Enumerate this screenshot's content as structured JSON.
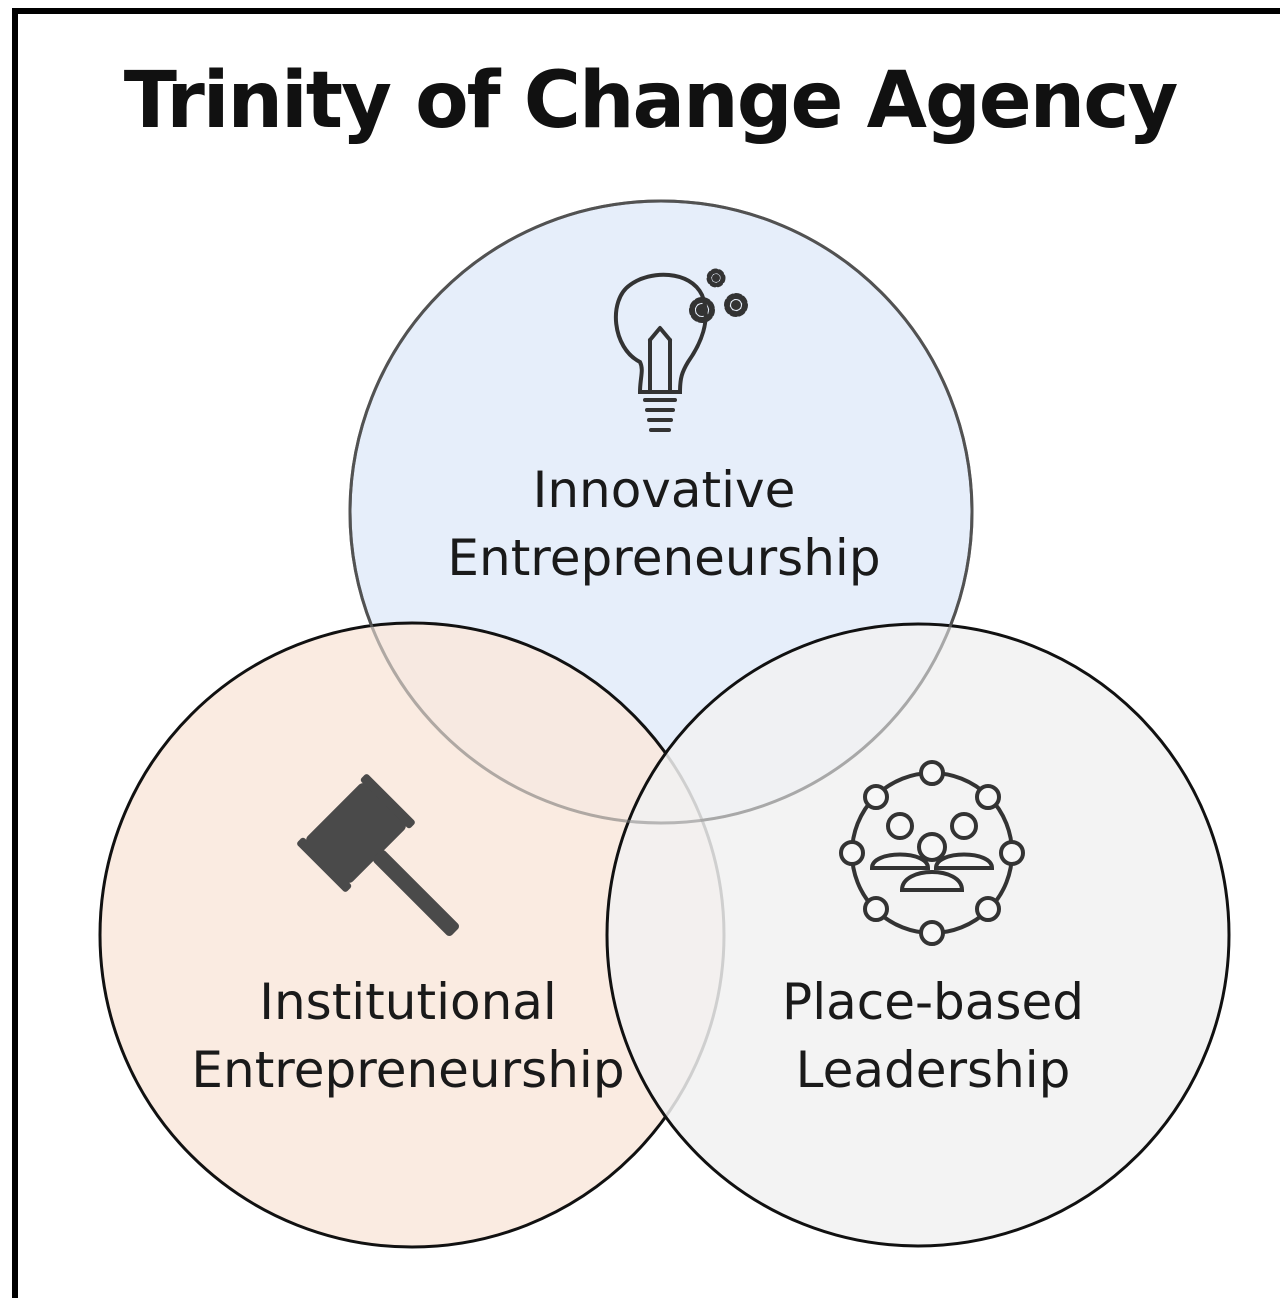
{
  "title": "Trinity of Change Agency",
  "circles": [
    {
      "id": "innovative",
      "label_lines": [
        "Innovative",
        "Entrepreneurship"
      ],
      "icon": "lightbulb-gears-icon",
      "fill": "#e6eefa"
    },
    {
      "id": "institutional",
      "label_lines": [
        "Institutional",
        "Entrepreneurship"
      ],
      "icon": "gavel-icon",
      "fill": "#f9e8dd"
    },
    {
      "id": "place",
      "label_lines": [
        "Place-based",
        "Leadership"
      ],
      "icon": "network-people-icon",
      "fill": "#f1f1f1"
    }
  ],
  "colors": {
    "outline": "#111111",
    "icon": "#444444"
  }
}
